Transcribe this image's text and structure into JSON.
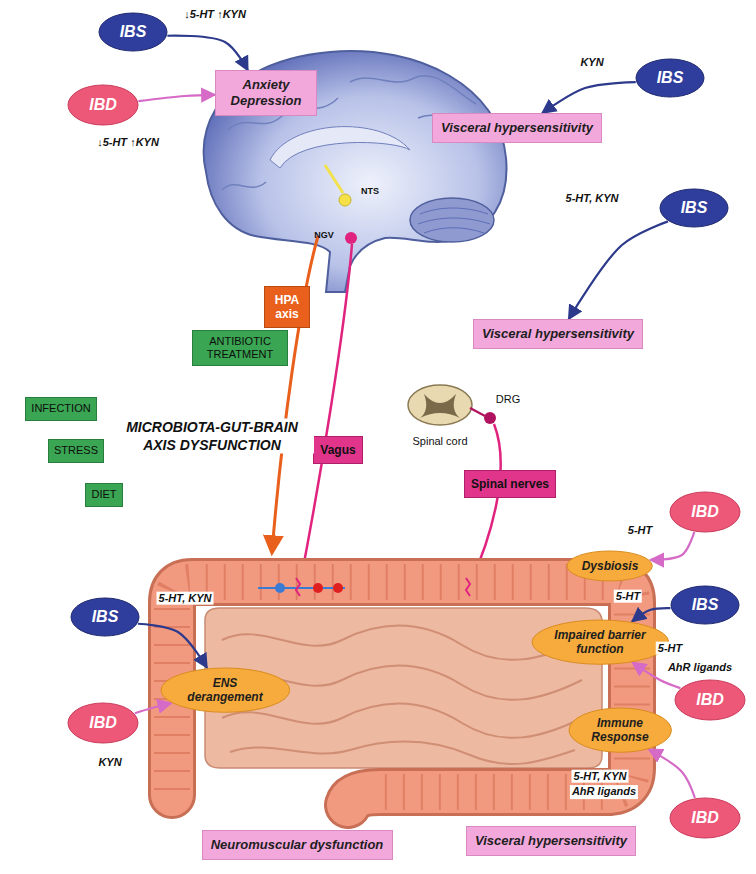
{
  "diagram": {
    "nodes": [
      {
        "text": [
          "IBS"
        ]
      },
      {
        "text": [
          "IBS"
        ]
      },
      {
        "text": [
          "Anxiety Depression"
        ]
      },
      {
        "text": [
          "IBD"
        ]
      },
      {
        "text": [
          "Visceral hypersensitivity"
        ]
      },
      {
        "text": [
          "IBS"
        ]
      },
      {
        "text": [
          "HPA axis"
        ]
      },
      {
        "text": [
          "Visceral hypersensitivity"
        ]
      },
      {
        "text": [
          "ANTIBIOTIC TREATMENT"
        ]
      },
      {
        "text": [
          "INFECTION"
        ]
      },
      {
        "text": [
          "Vagus"
        ]
      },
      {
        "text": [
          "STRESS"
        ]
      },
      {
        "text": [
          "Spinal nerves"
        ]
      },
      {
        "text": [
          "DIET"
        ]
      },
      {
        "text": [
          "IBD"
        ]
      },
      {
        "text": [
          "Dysbiosis"
        ]
      },
      {
        "text": [
          "IBS"
        ]
      },
      {
        "text": [
          "IBS"
        ]
      },
      {
        "text": [
          "Impaired barrier function"
        ]
      },
      {
        "text": [
          "ENS derangement"
        ]
      },
      {
        "text": [
          "IBD"
        ]
      },
      {
        "text": [
          "IBD"
        ]
      },
      {
        "text": [
          "Immune Response"
        ]
      },
      {
        "text": [
          "IBD"
        ]
      },
      {
        "text": [
          "Neuromuscular dysfunction"
        ]
      },
      {
        "text": [
          "Visceral hypersensitivity"
        ]
      }
    ],
    "edges": [
      {
        "from": 0,
        "to": 2,
        "label": "↓5-HT ↑KYN",
        "arrow": "to"
      },
      {
        "from": 3,
        "to": 2,
        "label": "↓5-HT ↑KYN",
        "arrow": "to"
      },
      {
        "from": 1,
        "to": 4,
        "label": "KYN",
        "arrow": "to"
      },
      {
        "from": 5,
        "to": 7,
        "label": "5-HT, KYN",
        "arrow": "to"
      },
      {
        "from": 14,
        "to": 15,
        "label": "5-HT",
        "arrow": "to"
      },
      {
        "from": 16,
        "to": 18,
        "label": "5-HT",
        "arrow": "to"
      },
      {
        "from": 20,
        "to": 18,
        "label": "5-HT",
        "arrow": "to"
      },
      {
        "from": 23,
        "to": 22,
        "label": "5-HT, KYN",
        "arrow": "to"
      },
      {
        "from": 17,
        "to": 19,
        "label": "5-HT, KYN",
        "arrow": "to"
      },
      {
        "from": 21,
        "to": 19,
        "label": "KYN",
        "arrow": "to"
      }
    ],
    "labels": [
      "NTS",
      "NGV",
      "Spinal cord",
      "DRG",
      "MICROBIOTA-GUT-BRAIN AXIS DYSFUNCTION",
      "AhR ligands",
      "AhR ligands"
    ]
  }
}
